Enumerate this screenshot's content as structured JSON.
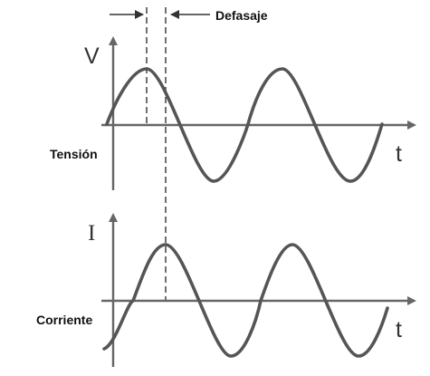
{
  "labels": {
    "phase_shift": "Defasaje",
    "voltage_axis": "V",
    "current_axis": "I",
    "time_axis": "t",
    "voltage_signal": "Tensión",
    "current_signal": "Corriente"
  },
  "colors": {
    "wave": "#555555",
    "axis": "#666666",
    "guide": "#333333"
  }
}
